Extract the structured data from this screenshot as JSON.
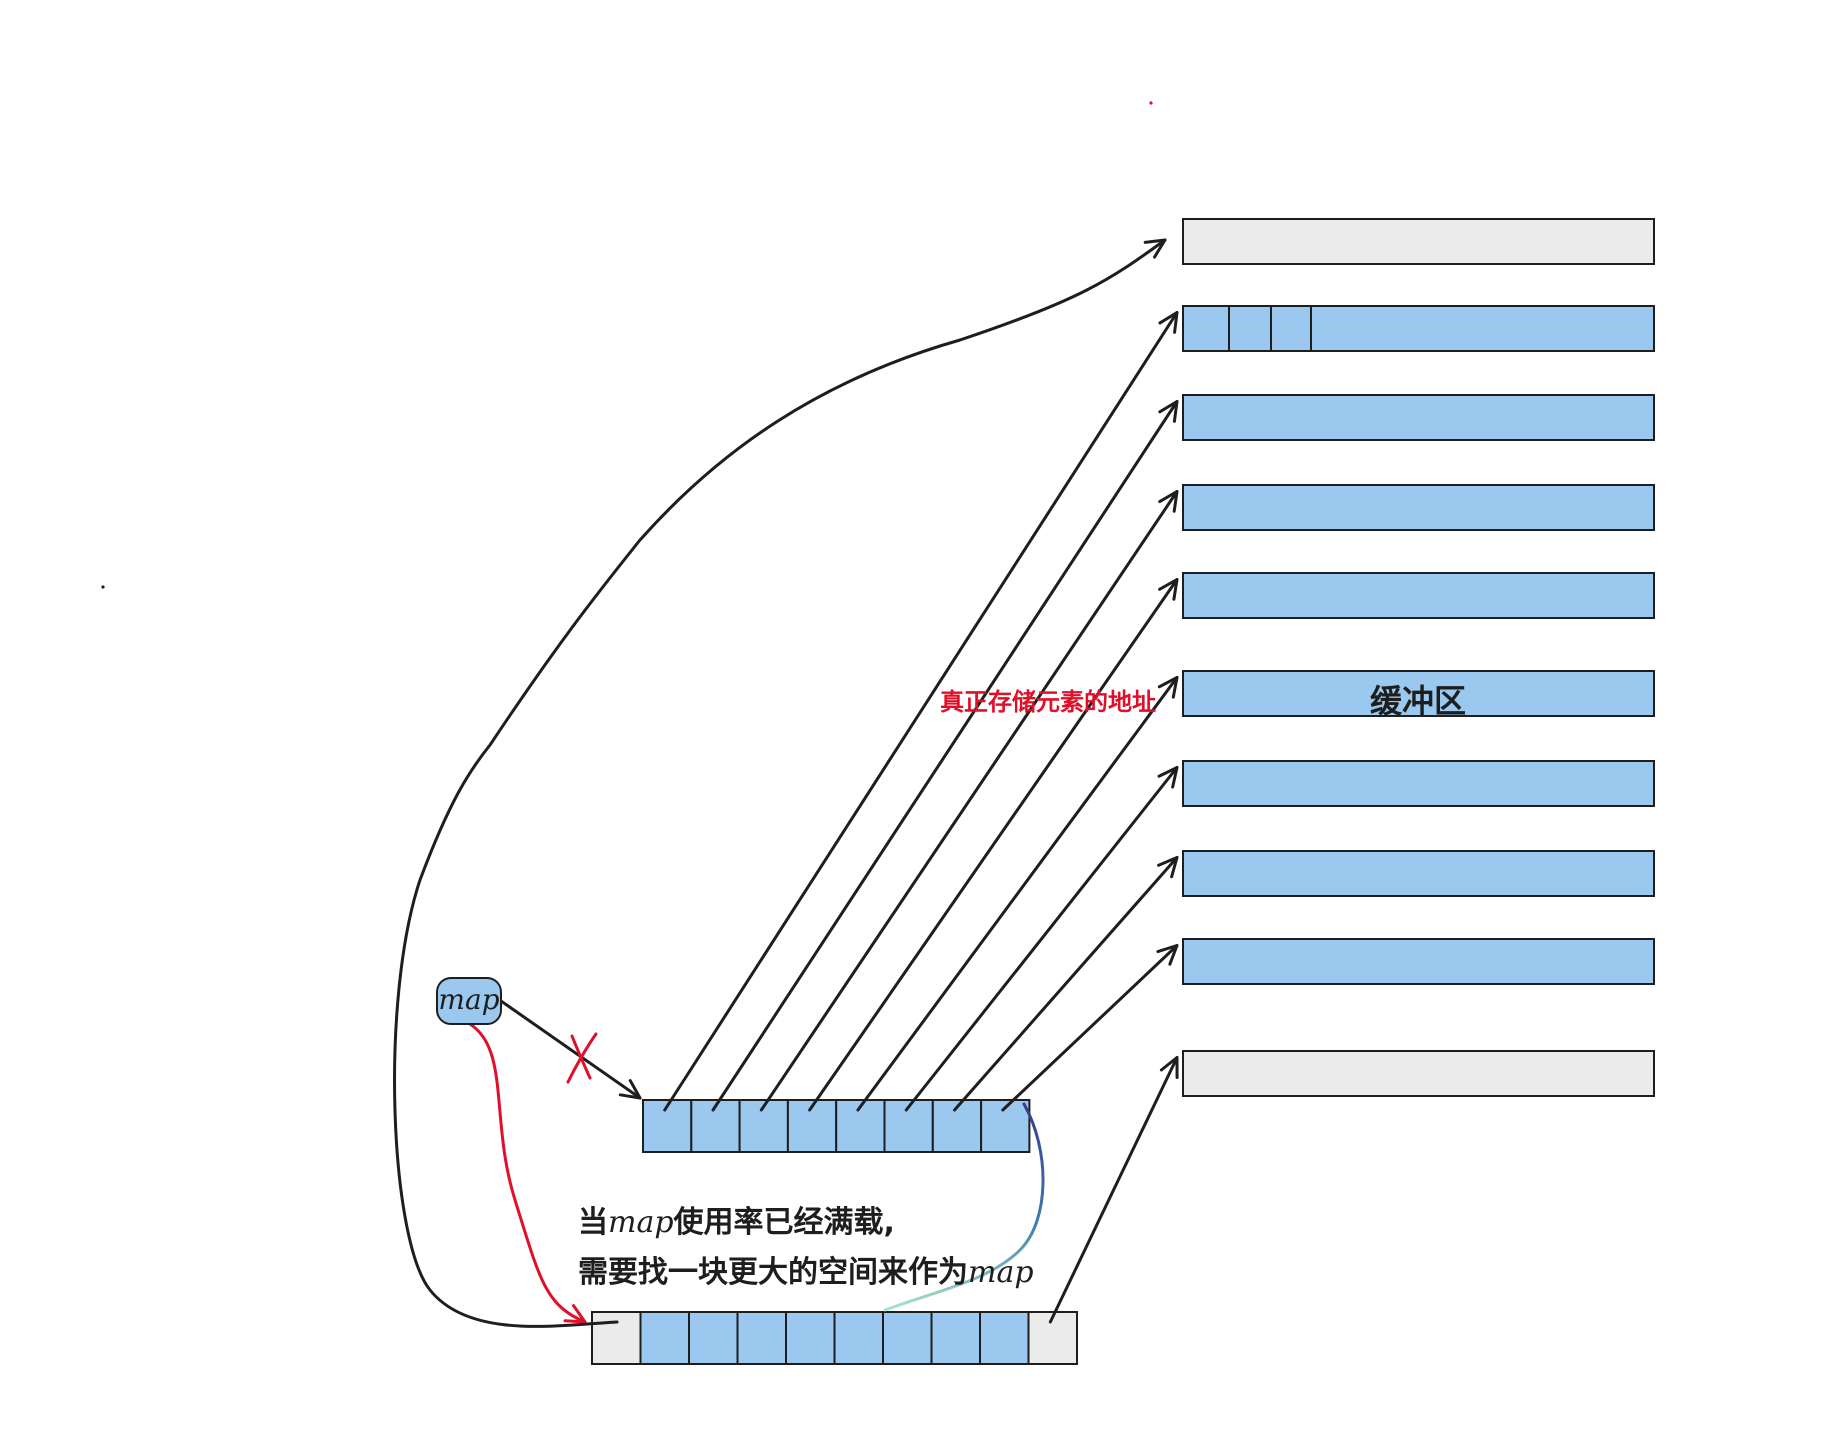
{
  "labels": {
    "map_node": "map",
    "buffer_label": "缓冲区",
    "address_note": "真正存储元素的地址",
    "note_line1_prefix": "当",
    "note_line1_map": "map",
    "note_line1_suffix": "使用率已经满载,",
    "note_line2_prefix": "需要找一块更大的空间来作为",
    "note_line2_map": "map",
    "cross_mark": "X"
  },
  "colors": {
    "filled": "#9ac8ee",
    "empty": "#ebebeb",
    "stroke": "#1e1e1e",
    "red": "#e0102a",
    "curve_start": "#3a3a8a",
    "curve_end": "#9ee0c0"
  },
  "buffers": [
    {
      "state": "empty"
    },
    {
      "state": "filled",
      "subdivided": true
    },
    {
      "state": "filled"
    },
    {
      "state": "filled"
    },
    {
      "state": "filled"
    },
    {
      "state": "filled",
      "labeled": true
    },
    {
      "state": "filled"
    },
    {
      "state": "filled"
    },
    {
      "state": "filled"
    },
    {
      "state": "empty"
    }
  ],
  "old_map_cells": [
    "filled",
    "filled",
    "filled",
    "filled",
    "filled",
    "filled",
    "filled",
    "filled"
  ],
  "new_map_cells": [
    "empty",
    "filled",
    "filled",
    "filled",
    "filled",
    "filled",
    "filled",
    "filled",
    "filled",
    "empty"
  ]
}
